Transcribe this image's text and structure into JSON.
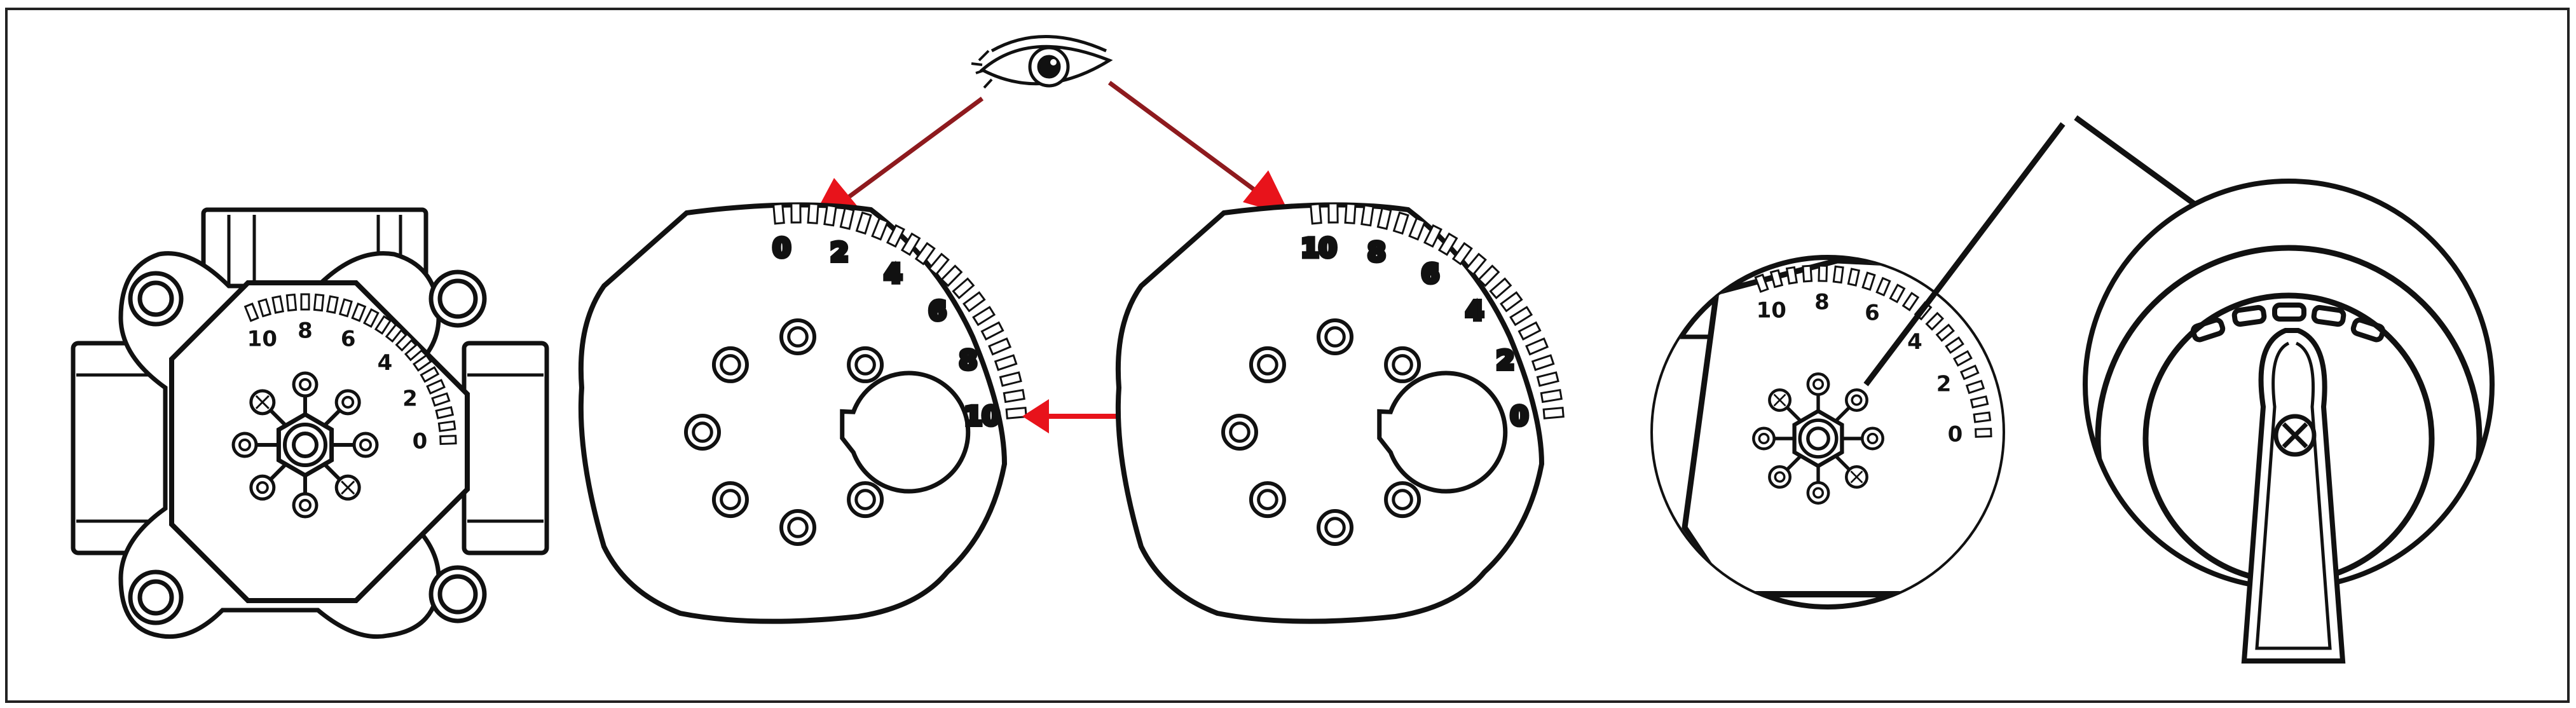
{
  "colors": {
    "line": "#111111",
    "arrow": "#e8131b",
    "arrow_dark": "#8e1a1e",
    "background": "#ffffff"
  },
  "icons": {
    "viewer": "eye-icon",
    "swap": "double-arrow-icon",
    "screw": "phillips-screw-icon"
  },
  "valve": {
    "scale_labels": [
      "10",
      "8",
      "6",
      "4",
      "2",
      "0"
    ]
  },
  "dial_left": {
    "scale_labels": [
      "0",
      "2",
      "4",
      "6",
      "8",
      "10"
    ]
  },
  "dial_right": {
    "scale_labels": [
      "10",
      "8",
      "6",
      "4",
      "2",
      "0"
    ]
  },
  "valve_zoom": {
    "scale_labels": [
      "10",
      "8",
      "6",
      "4",
      "2",
      "0"
    ]
  }
}
